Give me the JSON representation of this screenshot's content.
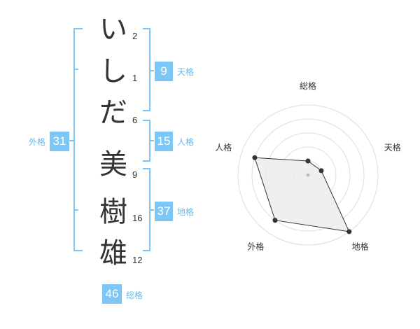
{
  "colors": {
    "accent": "#7cc7f5",
    "label": "#69b8e8",
    "text": "#333333",
    "grid": "#dddddd",
    "fill": "#ececec"
  },
  "name": {
    "chars": [
      {
        "char": "い",
        "strokes": "2"
      },
      {
        "char": "し",
        "strokes": "1"
      },
      {
        "char": "だ",
        "strokes": "6"
      },
      {
        "char": "美",
        "strokes": "9"
      },
      {
        "char": "樹",
        "strokes": "16"
      },
      {
        "char": "雄",
        "strokes": "12"
      }
    ]
  },
  "scores": {
    "tenkaku": {
      "value": "9",
      "label": "天格"
    },
    "jinkaku": {
      "value": "15",
      "label": "人格"
    },
    "chikaku": {
      "value": "37",
      "label": "地格"
    },
    "gaikaku": {
      "value": "31",
      "label": "外格"
    },
    "soukaku": {
      "value": "46",
      "label": "総格"
    }
  },
  "chart_data": {
    "type": "radar",
    "axes": [
      "総格",
      "天格",
      "地格",
      "外格",
      "人格"
    ],
    "values": [
      0.2,
      0.2,
      1.0,
      0.8,
      0.8
    ],
    "rings": 5,
    "range": [
      0,
      1
    ]
  }
}
